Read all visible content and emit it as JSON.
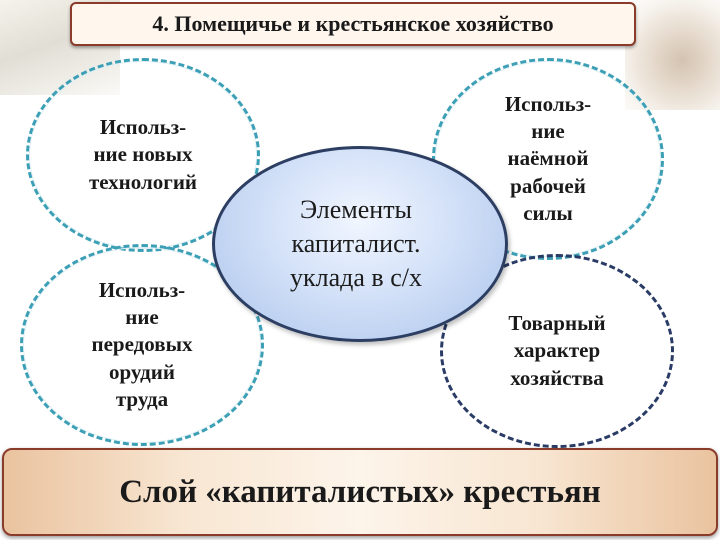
{
  "title": "4. Помещичье и крестьянское хозяйство",
  "center": "Элементы\nкапиталист.\nуклада в с/х",
  "ovals": [
    "Использ-\nние новых\nтехнологий",
    "Использ-\nние\nнаёмной\nрабочей\nсилы",
    "Использ-\nние\nпередовых\nорудий\nтруда",
    "Товарный\nхарактер\nхозяйства"
  ],
  "bottom": "Слой «капиталистых» крестьян"
}
